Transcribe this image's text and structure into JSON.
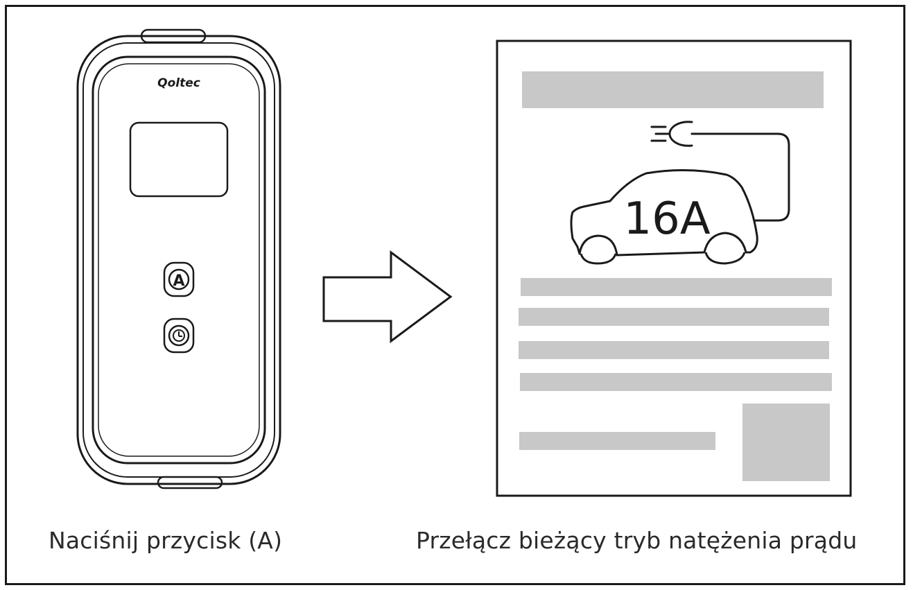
{
  "brand": {
    "logo_text": "Qoltec"
  },
  "charger": {
    "button_a_label": "A",
    "button_timer_icon": "clock-icon"
  },
  "screen": {
    "current_value": "16A",
    "icons": [
      "plug-icon",
      "car-icon"
    ]
  },
  "captions": {
    "left": "Naciśnij przycisk (A)",
    "right": "Przełącz bieżący tryb natężenia prądu"
  },
  "colors": {
    "line": "#1a1a1a",
    "placeholder_bar": "#c8c8c8",
    "text": "#2a2a2a"
  }
}
